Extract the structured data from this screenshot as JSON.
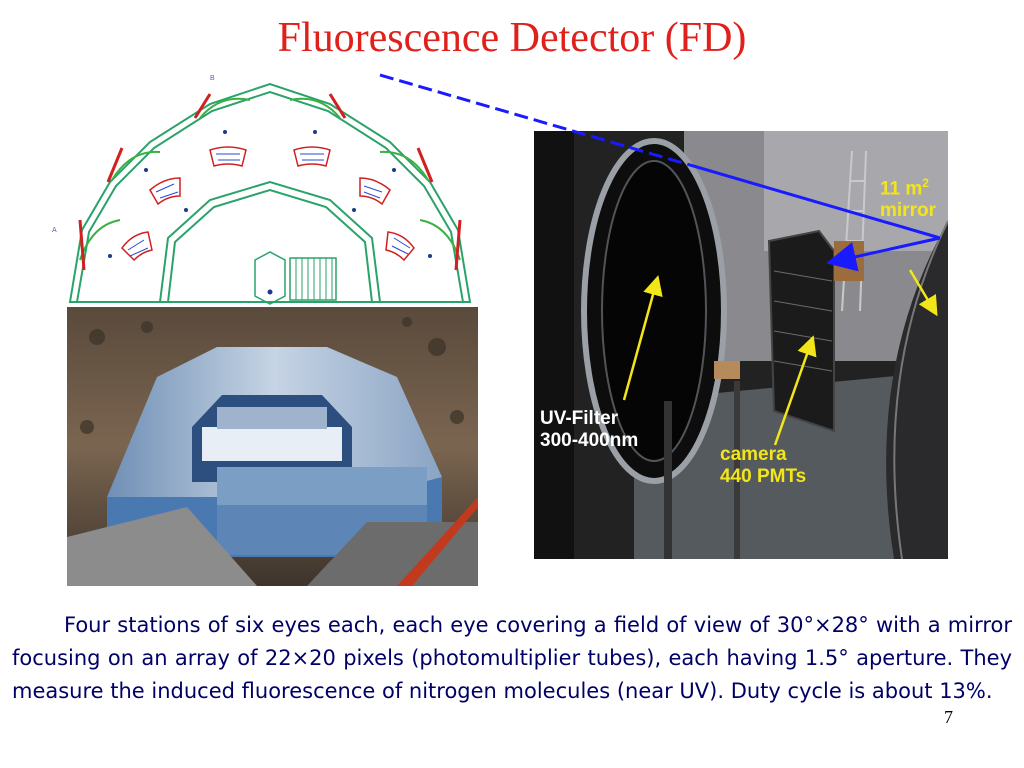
{
  "slide": {
    "title": "Fluorescence Detector (FD)",
    "caption": "Four stations of six eyes each, each eye covering a field of view of 30°×28° with a mirror focusing on an array of 22×20 pixels (photomultiplier tubes), each having 1.5° aperture. They measure the induced fluorescence of nitrogen molecules (near UV). Duty cycle is about 13%.",
    "page_number": "7"
  },
  "figure": {
    "label_mirror_num": "11 m",
    "label_mirror_sup": "2",
    "label_mirror_word": "mirror",
    "label_uv_line1": "UV-Filter",
    "label_uv_line2": "300-400nm",
    "label_camera_line1": "camera",
    "label_camera_line2": "440 PMTs",
    "colors": {
      "title": "#e0201a",
      "caption": "#000066",
      "pointer_blue": "#1a1aff",
      "annotation_yellow": "#f2e61a"
    }
  },
  "floorplan": {
    "marker_a": "A",
    "marker_b": "B"
  }
}
